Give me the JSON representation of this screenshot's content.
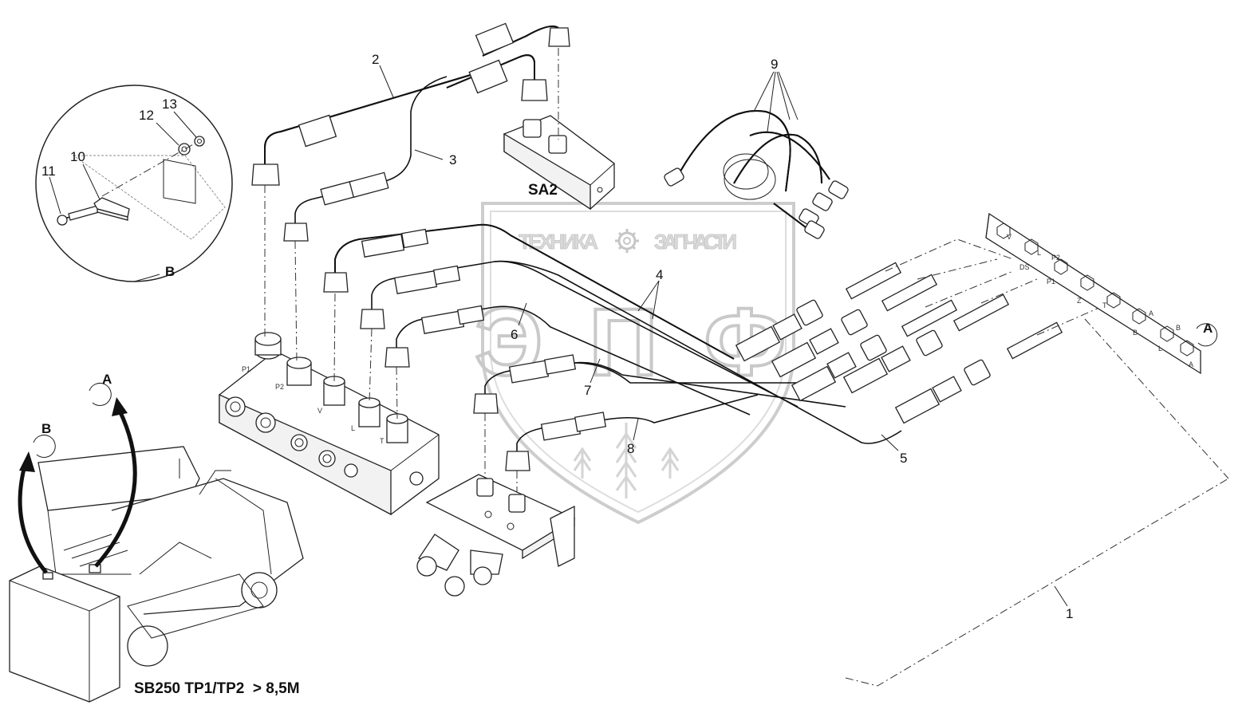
{
  "diagram": {
    "title": "SB250 TP1/TP2  > 8,5M",
    "valve_label": "SA2",
    "callouts": {
      "c1": "1",
      "c2": "2",
      "c3": "3",
      "c4": "4",
      "c5": "5",
      "c6": "6",
      "c7": "7",
      "c8": "8",
      "c9": "9",
      "c10": "10",
      "c11": "11",
      "c12": "12",
      "c13": "13"
    },
    "view_b": "B",
    "view_a_panel": "A",
    "view_a_machine": "A",
    "view_b_machine": "B",
    "port_labels": {
      "p1": "P1",
      "p2": "P2",
      "v": "V",
      "l": "L",
      "t": "T",
      "panel_v": "V",
      "panel_l": "L",
      "panel_p2": "P2",
      "panel_ds": "DS",
      "panel_p1": "P1",
      "panel_z": "Z",
      "panel_t": "T",
      "panel_a": "A",
      "panel_b": "B",
      "panel_b2": "B",
      "panel_l2": "L",
      "panel_a2": "A"
    },
    "watermark": {
      "left": "ТЕХНИКА",
      "right": "ЗАПЧАСТИ",
      "gear_icon": "gear-icon",
      "monogram": "ЭПФ"
    },
    "colors": {
      "line": "#111111",
      "watermark": "#d0d0d0"
    }
  }
}
